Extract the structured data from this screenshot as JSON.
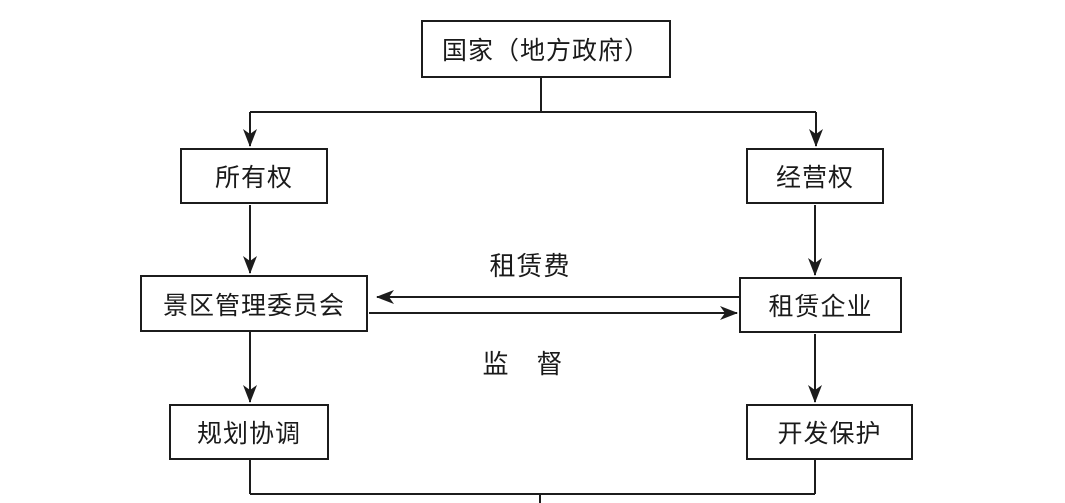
{
  "diagram": {
    "type": "flowchart",
    "nodes": {
      "government": "国家（地方政府）",
      "ownership": "所有权",
      "operation_right": "经营权",
      "committee": "景区管理委员会",
      "lease_enterprise": "租赁企业",
      "planning_coordination": "规划协调",
      "development_protection": "开发保护"
    },
    "edge_labels": {
      "lease_fee": "租赁费",
      "supervision": "监　督"
    },
    "edges": [
      {
        "from": "government",
        "to": "ownership",
        "style": "arrow"
      },
      {
        "from": "government",
        "to": "operation_right",
        "style": "arrow"
      },
      {
        "from": "ownership",
        "to": "committee",
        "style": "arrow"
      },
      {
        "from": "operation_right",
        "to": "lease_enterprise",
        "style": "arrow"
      },
      {
        "from": "lease_enterprise",
        "to": "committee",
        "style": "arrow",
        "label": "租赁费"
      },
      {
        "from": "committee",
        "to": "lease_enterprise",
        "style": "arrow",
        "label": "监　督"
      },
      {
        "from": "committee",
        "to": "planning_coordination",
        "style": "arrow"
      },
      {
        "from": "lease_enterprise",
        "to": "development_protection",
        "style": "arrow"
      },
      {
        "from": "planning_coordination",
        "to": "bottom-junction",
        "style": "line"
      },
      {
        "from": "development_protection",
        "to": "bottom-junction",
        "style": "line"
      }
    ],
    "colors": {
      "line": "#1c1c1c",
      "text": "#1a1a1a",
      "background": "#ffffff",
      "node_fill": "#ffffff"
    }
  }
}
